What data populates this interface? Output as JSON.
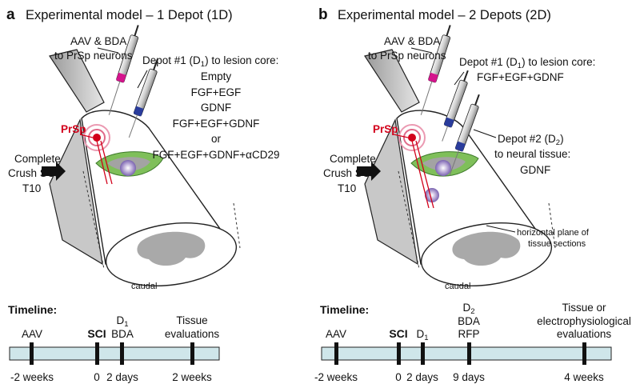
{
  "panel_a": {
    "letter": "a",
    "title": "Experimental model – 1 Depot (1D)",
    "injection_label_1": "AAV & BDA",
    "injection_label_2": "to PrSp neurons",
    "depot1_label_prefix": "Depot #1 (D",
    "depot1_label_sub": "1",
    "depot1_label_suffix": ") to lesion core:",
    "conditions": [
      "Empty",
      "FGF+EGF",
      "GDNF",
      "FGF+EGF+GDNF",
      "or"
    ],
    "condition_last_prefix": "FGF+EGF+GDNF+",
    "condition_last_greek": "α",
    "condition_last_suffix": "CD29",
    "prsp": "PrSp",
    "sci_lines": [
      "Complete",
      "Crush SCI",
      "T10"
    ],
    "caudal": "caudal",
    "timeline": {
      "title": "Timeline:",
      "top_labels": [
        "AAV",
        "SCI",
        "BDA",
        "Tissue",
        "evaluations"
      ],
      "d_label": "D",
      "d_sub": "1",
      "bottom_labels": [
        "-2 weeks",
        "0",
        "2 days",
        "2 weeks"
      ]
    }
  },
  "panel_b": {
    "letter": "b",
    "title": "Experimental model – 2 Depots (2D)",
    "injection_label_1": "AAV & BDA",
    "injection_label_2": "to PrSp neurons",
    "depot1_label_prefix": "Depot #1 (D",
    "depot1_label_sub": "1",
    "depot1_label_suffix": ") to lesion core:",
    "depot1_content": "FGF+EGF+GDNF",
    "depot2_label_prefix": "Depot #2 (D",
    "depot2_label_sub": "2",
    "depot2_label_suffix": ")",
    "depot2_line2": "to neural tissue:",
    "depot2_content": "GDNF",
    "prsp": "PrSp",
    "sci_lines": [
      "Complete",
      "Crush SCI",
      "T10"
    ],
    "plane_lines": [
      "horizontal plane of",
      "tissue sections"
    ],
    "caudal": "caudal",
    "timeline": {
      "title": "Timeline:",
      "top_labels": [
        "AAV",
        "SCI",
        "BDA",
        "RFP",
        "Tissue or",
        "electrophysiological",
        "evaluations"
      ],
      "d1_label": "D",
      "d1_sub": "1",
      "d2_label": "D",
      "d2_sub": "2",
      "bottom_labels": [
        "-2 weeks",
        "0",
        "2 days",
        "9 days",
        "4 weeks"
      ]
    }
  },
  "colors": {
    "timeline_bar": "#cfe6ea",
    "lesion_green": "#7fbf5a",
    "prsp_red": "#d2001a",
    "syringe_magenta": "#d4148c",
    "syringe_blue": "#2a3c9c"
  }
}
